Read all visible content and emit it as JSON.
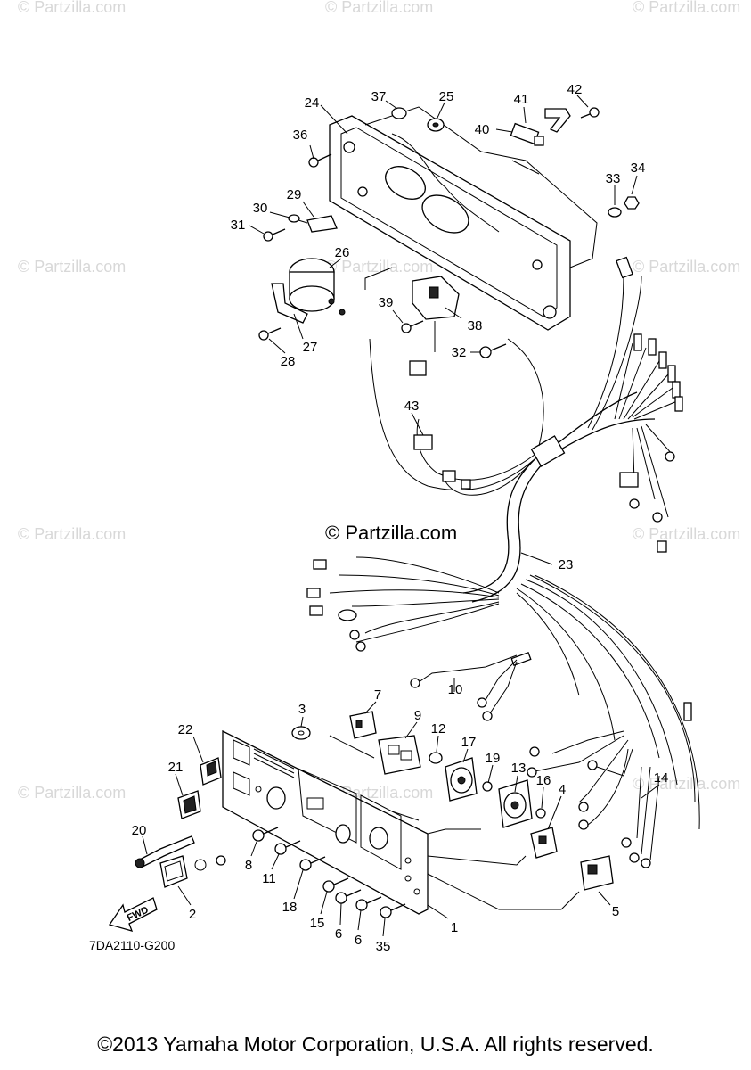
{
  "watermarks": {
    "small": "© Partzilla.com",
    "center": "© Partzilla.com"
  },
  "diagram_code": "7DA2110-G200",
  "fwd_label": "FWD",
  "copyright": "©2013 Yamaha Motor Corporation, U.S.A. All rights reserved.",
  "callouts": {
    "c1": "1",
    "c2": "2",
    "c3": "3",
    "c4": "4",
    "c5": "5",
    "c6a": "6",
    "c6b": "6",
    "c7": "7",
    "c8": "8",
    "c9": "9",
    "c10": "10",
    "c11": "11",
    "c12": "12",
    "c13": "13",
    "c14": "14",
    "c15": "15",
    "c16": "16",
    "c17": "17",
    "c18": "18",
    "c19": "19",
    "c20": "20",
    "c21": "21",
    "c22": "22",
    "c23": "23",
    "c24": "24",
    "c25": "25",
    "c26": "26",
    "c27": "27",
    "c28": "28",
    "c29": "29",
    "c30": "30",
    "c31": "31",
    "c32": "32",
    "c33": "33",
    "c34": "34",
    "c35": "35",
    "c36": "36",
    "c37": "37",
    "c38": "38",
    "c39": "39",
    "c40": "40",
    "c41": "41",
    "c42": "42",
    "c43": "43"
  }
}
